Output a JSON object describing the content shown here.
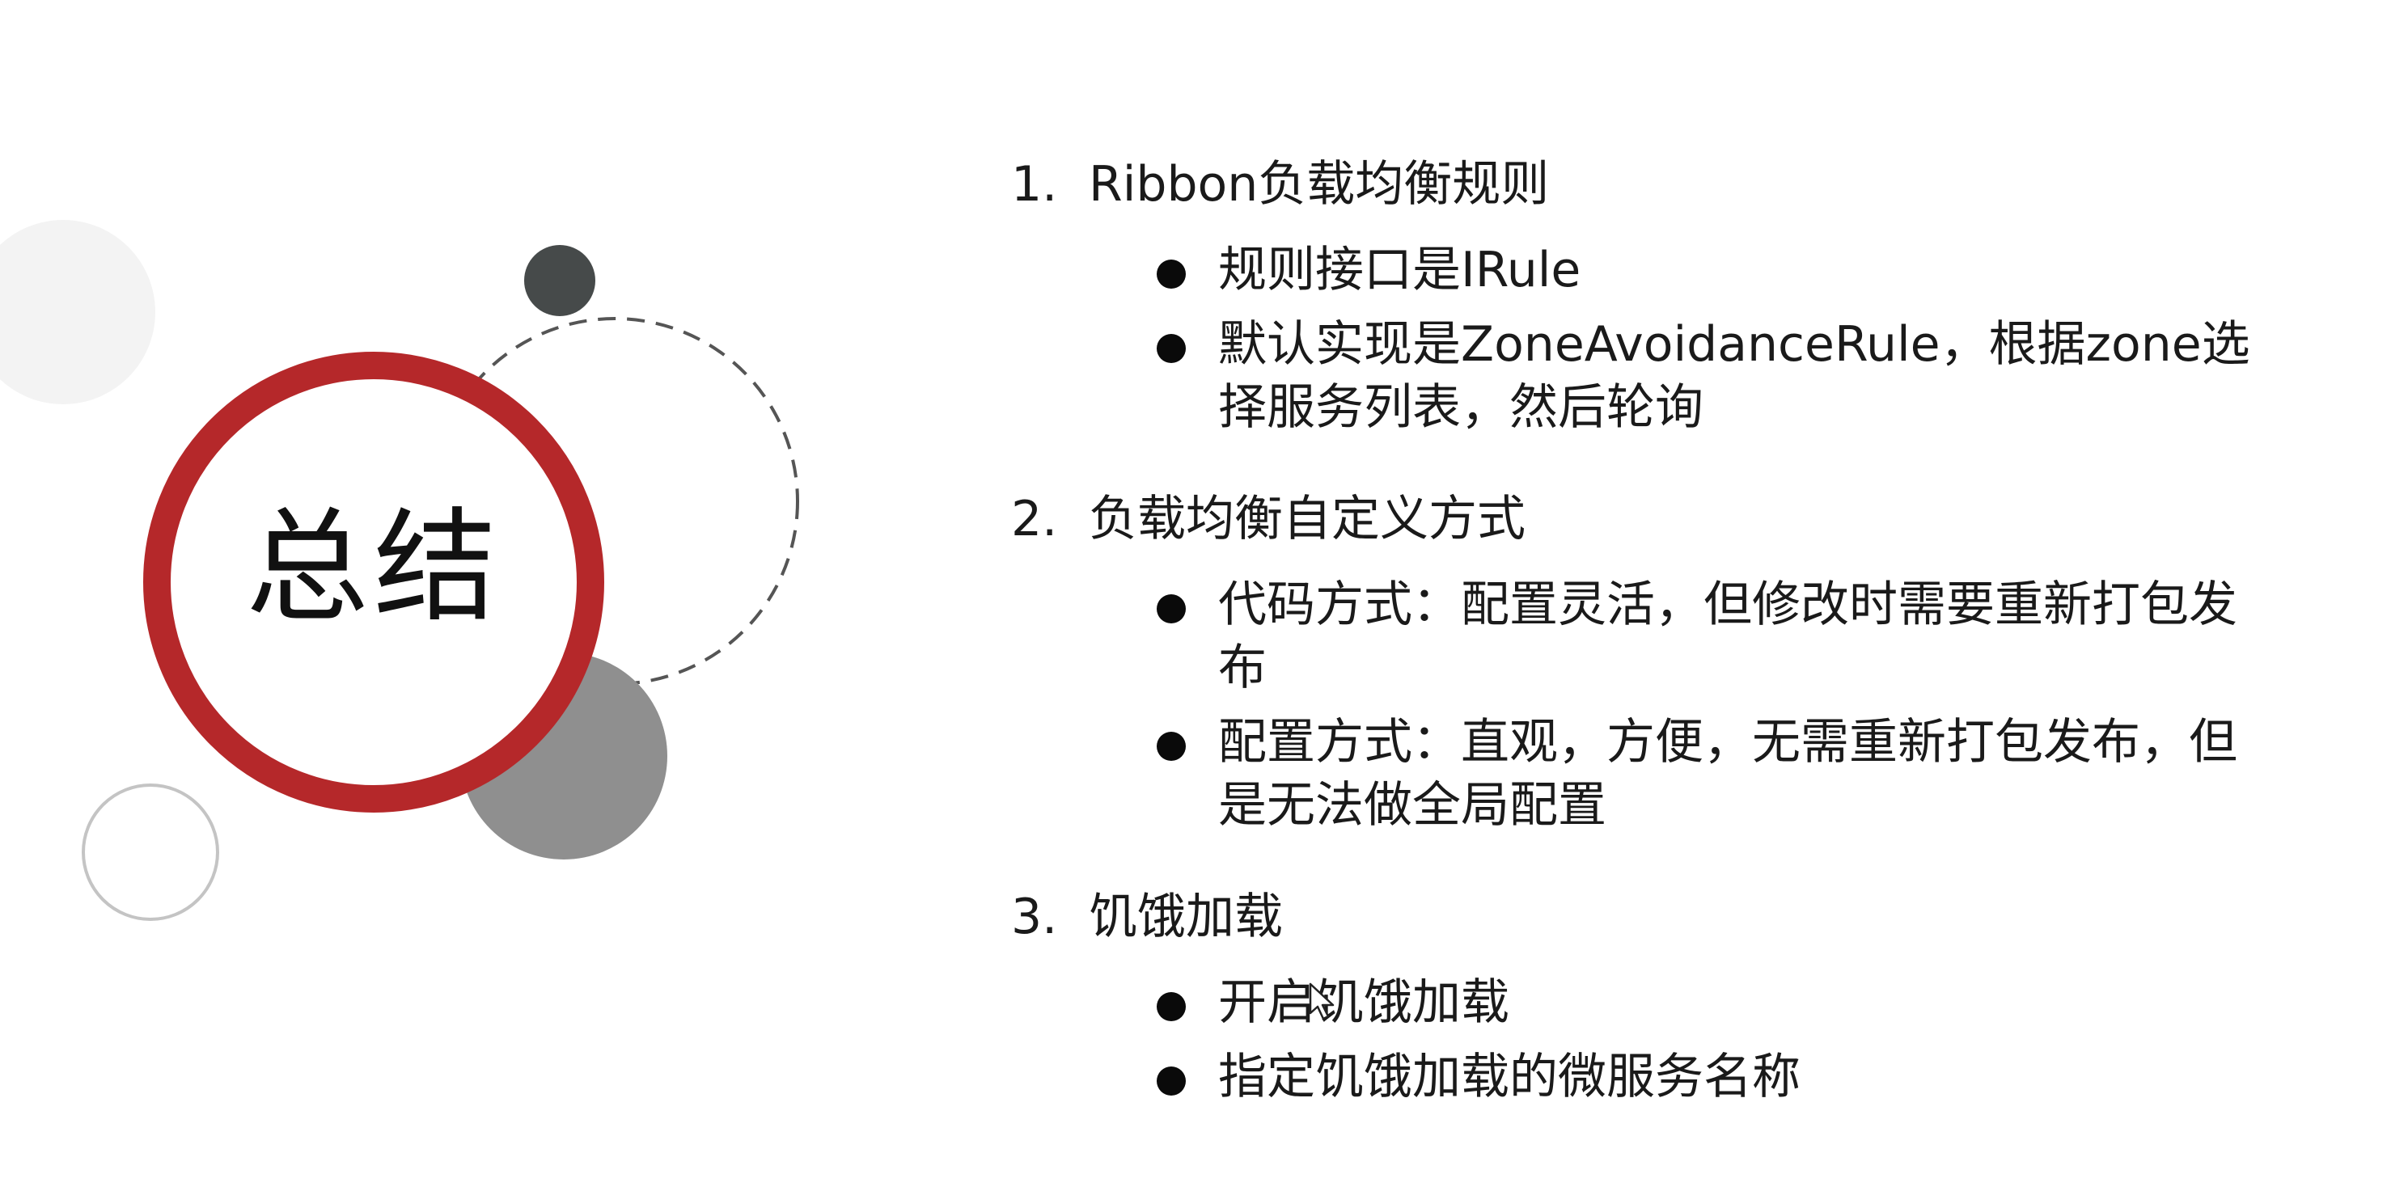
{
  "slide": {
    "title": "总结",
    "sections": [
      {
        "number": "1.",
        "heading": "Ribbon负载均衡规则",
        "bullets": [
          "规则接口是IRule",
          "默认实现是ZoneAvoidanceRule，根据zone选择服务列表，然后轮询"
        ]
      },
      {
        "number": "2.",
        "heading": "负载均衡自定义方式",
        "bullets": [
          "代码方式：配置灵活，但修改时需要重新打包发布",
          "配置方式：直观，方便，无需重新打包发布，但是无法做全局配置"
        ]
      },
      {
        "number": "3.",
        "heading": "饥饿加载",
        "bullets": [
          "开启饥饿加载",
          "指定饥饿加载的微服务名称"
        ]
      }
    ]
  },
  "colors": {
    "ring": "#b5282a",
    "dark_dot": "#464a4a",
    "gray_circle": "#8f8f8f",
    "light_circle": "#f3f3f3",
    "dashed_outline": "#555555",
    "outline_circle": "#c4c4c4"
  },
  "icons": {
    "bullet": "filled-circle",
    "cursor": "mouse-pointer-icon"
  }
}
